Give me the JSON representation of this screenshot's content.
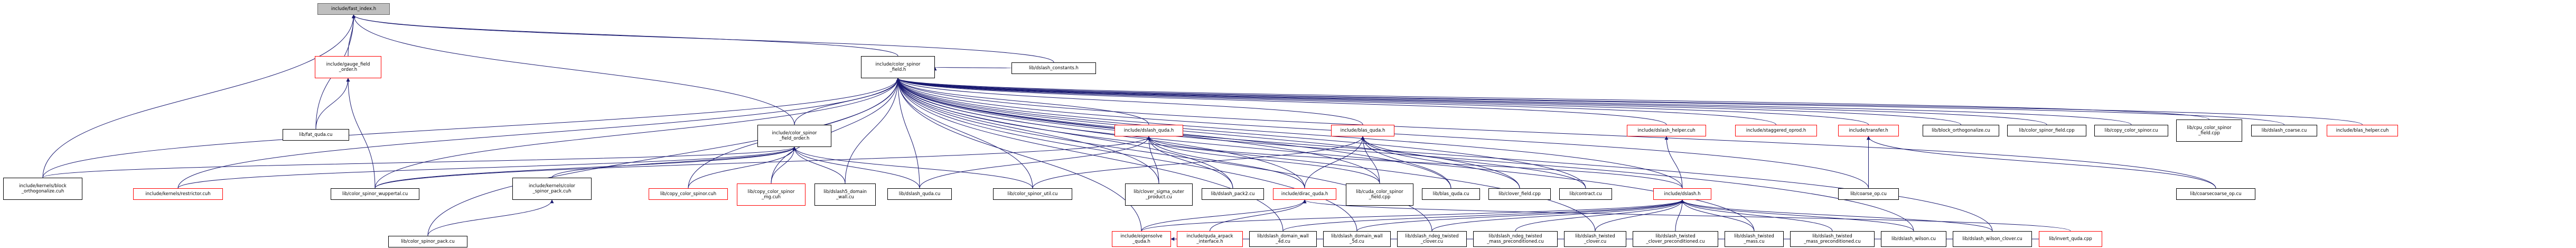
{
  "graph": {
    "colors": {
      "edge": "#191970",
      "default_border": "#000000",
      "missing_border": "#ff0000",
      "root_fill": "#bfbfbf"
    },
    "nodes": {
      "fast_index": {
        "label": "include/fast_index.h",
        "style": "root"
      },
      "gauge_field_order": {
        "label": "include/gauge_field\n_order.h",
        "style": "red"
      },
      "color_spinor_field": {
        "label": "include/color_spinor\n_field.h",
        "style": "normal"
      },
      "dslash_constants": {
        "label": "lib/dslash_constants.h",
        "style": "normal"
      },
      "fat_quda": {
        "label": "lib/fat_quda.cu",
        "style": "normal"
      },
      "block_orth": {
        "label": "include/kernels/block\n_orthogonalize.cuh",
        "style": "normal"
      },
      "cs_field_order": {
        "label": "include/color_spinor\n_field_order.h",
        "style": "normal"
      },
      "restrictor": {
        "label": "include/kernels/restrictor.cuh",
        "style": "red"
      },
      "cs_pack_kernel": {
        "label": "include/kernels/color\n_spinor_pack.cuh",
        "style": "normal"
      },
      "cs_wuppertal": {
        "label": "lib/color_spinor_wuppertal.cu",
        "style": "normal"
      },
      "copy_color_spinor": {
        "label": "lib/copy_color_spinor.cuh",
        "style": "red"
      },
      "copy_color_spinor_mg": {
        "label": "lib/copy_color_spinor\n_mg.cuh",
        "style": "red"
      },
      "dslash5_dw": {
        "label": "lib/dslash5_domain\n_wall.cu",
        "style": "normal"
      },
      "dslash_quda_cu": {
        "label": "lib/dslash_quda.cu",
        "style": "normal"
      },
      "cs_util": {
        "label": "lib/color_spinor_util.cu",
        "style": "normal"
      },
      "cs_pack_cu": {
        "label": "lib/color_spinor_pack.cu",
        "style": "normal"
      },
      "dslash_quda_h": {
        "label": "include/dslash_quda.h",
        "style": "red"
      },
      "blas_quda_h": {
        "label": "include/blas_quda.h",
        "style": "red"
      },
      "dslash_helper": {
        "label": "include/dslash_helper.cuh",
        "style": "red"
      },
      "staggered_oprod": {
        "label": "include/staggered_oprod.h",
        "style": "red"
      },
      "transfer": {
        "label": "include/transfer.h",
        "style": "red"
      },
      "block_orth_cu": {
        "label": "lib/block_orthogonalize.cu",
        "style": "normal"
      },
      "cs_field_cpp": {
        "label": "lib/color_spinor_field.cpp",
        "style": "normal"
      },
      "copy_cs_cu": {
        "label": "lib/copy_color_spinor.cu",
        "style": "normal"
      },
      "cpu_cs_field": {
        "label": "lib/cpu_color_spinor\n_field.cpp",
        "style": "normal"
      },
      "dslash_coarse": {
        "label": "lib/dslash_coarse.cu",
        "style": "normal"
      },
      "blas_helper": {
        "label": "include/blas_helper.cuh",
        "style": "red"
      },
      "clover_sigma": {
        "label": "lib/clover_sigma_outer\n_product.cu",
        "style": "normal"
      },
      "dslash_pack2": {
        "label": "lib/dslash_pack2.cu",
        "style": "normal"
      },
      "dirac_quda_h": {
        "label": "include/dirac_quda.h",
        "style": "red"
      },
      "cuda_cs_field": {
        "label": "lib/cuda_color_spinor\n_field.cpp",
        "style": "normal"
      },
      "blas_quda_cu": {
        "label": "lib/blas_quda.cu",
        "style": "normal"
      },
      "clover_field": {
        "label": "lib/clover_field.cpp",
        "style": "normal"
      },
      "contract": {
        "label": "lib/contract.cu",
        "style": "normal"
      },
      "dslash_h": {
        "label": "include/dslash.h",
        "style": "red"
      },
      "coarse_op": {
        "label": "lib/coarse_op.cu",
        "style": "normal"
      },
      "coarsecoarse_op": {
        "label": "lib/coarsecoarse_op.cu",
        "style": "normal"
      },
      "eigensolve": {
        "label": "include/eigensolve\n_quda.h",
        "style": "red"
      },
      "quda_arpack": {
        "label": "include/quda_arpack\n_interface.h",
        "style": "red"
      },
      "dslash_dw_4d": {
        "label": "lib/dslash_domain_wall\n_4d.cu",
        "style": "normal"
      },
      "dslash_dw_5d": {
        "label": "lib/dslash_domain_wall\n_5d.cu",
        "style": "normal"
      },
      "ndeg_clover": {
        "label": "lib/dslash_ndeg_twisted\n_clover.cu",
        "style": "normal"
      },
      "ndeg_clover_prec": {
        "label": "lib/dslash_ndeg_twisted\n_mass_preconditioned.cu",
        "style": "normal"
      },
      "twisted_clover": {
        "label": "lib/dslash_twisted\n_clover.cu",
        "style": "normal"
      },
      "twisted_clover_prec": {
        "label": "lib/dslash_twisted\n_clover_preconditioned.cu",
        "style": "normal"
      },
      "twisted_mass": {
        "label": "lib/dslash_twisted\n_mass.cu",
        "style": "normal"
      },
      "twisted_mass_prec": {
        "label": "lib/dslash_twisted\n_mass_preconditioned.cu",
        "style": "normal"
      },
      "dslash_wilson": {
        "label": "lib/dslash_wilson.cu",
        "style": "normal"
      },
      "wilson_clover": {
        "label": "lib/dslash_wilson_clover.cu",
        "style": "normal"
      },
      "invert_quda": {
        "label": "lib/invert_quda.cpp",
        "style": "red"
      }
    },
    "edges": [
      [
        "gauge_field_order",
        "fast_index"
      ],
      [
        "color_spinor_field",
        "fast_index"
      ],
      [
        "dslash_constants",
        "fast_index"
      ],
      [
        "fat_quda",
        "fast_index"
      ],
      [
        "block_orth",
        "fast_index"
      ],
      [
        "cs_field_order",
        "fast_index"
      ],
      [
        "fat_quda",
        "gauge_field_order"
      ],
      [
        "cs_wuppertal",
        "gauge_field_order"
      ],
      [
        "dslash_constants",
        "color_spinor_field"
      ],
      [
        "cs_field_order",
        "color_spinor_field"
      ],
      [
        "dslash_quda_h",
        "color_spinor_field"
      ],
      [
        "blas_quda_h",
        "color_spinor_field"
      ],
      [
        "dslash_helper",
        "color_spinor_field"
      ],
      [
        "staggered_oprod",
        "color_spinor_field"
      ],
      [
        "transfer",
        "color_spinor_field"
      ],
      [
        "block_orth_cu",
        "color_spinor_field"
      ],
      [
        "cs_field_cpp",
        "color_spinor_field"
      ],
      [
        "copy_cs_cu",
        "color_spinor_field"
      ],
      [
        "cpu_cs_field",
        "color_spinor_field"
      ],
      [
        "dslash_coarse",
        "color_spinor_field"
      ],
      [
        "blas_helper",
        "color_spinor_field"
      ],
      [
        "restrictor",
        "color_spinor_field"
      ],
      [
        "block_orth",
        "color_spinor_field"
      ],
      [
        "cs_wuppertal",
        "color_spinor_field"
      ],
      [
        "copy_color_spinor",
        "color_spinor_field"
      ],
      [
        "copy_color_spinor_mg",
        "color_spinor_field"
      ],
      [
        "dslash5_dw",
        "color_spinor_field"
      ],
      [
        "dslash_quda_cu",
        "color_spinor_field"
      ],
      [
        "cs_util",
        "color_spinor_field"
      ],
      [
        "cs_pack_cu",
        "color_spinor_field"
      ],
      [
        "clover_sigma",
        "color_spinor_field"
      ],
      [
        "dslash_pack2",
        "color_spinor_field"
      ],
      [
        "cuda_cs_field",
        "color_spinor_field"
      ],
      [
        "blas_quda_cu",
        "color_spinor_field"
      ],
      [
        "clover_field",
        "color_spinor_field"
      ],
      [
        "contract",
        "color_spinor_field"
      ],
      [
        "dirac_quda_h",
        "color_spinor_field"
      ],
      [
        "dslash_h",
        "color_spinor_field"
      ],
      [
        "coarse_op",
        "color_spinor_field"
      ],
      [
        "coarsecoarse_op",
        "color_spinor_field"
      ],
      [
        "eigensolve",
        "color_spinor_field"
      ],
      [
        "dslash_dw_4d",
        "color_spinor_field"
      ],
      [
        "dslash_dw_5d",
        "color_spinor_field"
      ],
      [
        "ndeg_clover",
        "color_spinor_field"
      ],
      [
        "twisted_clover",
        "color_spinor_field"
      ],
      [
        "twisted_mass",
        "color_spinor_field"
      ],
      [
        "dslash_wilson",
        "color_spinor_field"
      ],
      [
        "wilson_clover",
        "color_spinor_field"
      ],
      [
        "block_orth",
        "cs_field_order"
      ],
      [
        "restrictor",
        "cs_field_order"
      ],
      [
        "cs_pack_kernel",
        "cs_field_order"
      ],
      [
        "cs_wuppertal",
        "cs_field_order"
      ],
      [
        "copy_color_spinor",
        "cs_field_order"
      ],
      [
        "copy_color_spinor_mg",
        "cs_field_order"
      ],
      [
        "dslash5_dw",
        "cs_field_order"
      ],
      [
        "dslash_quda_cu",
        "cs_field_order"
      ],
      [
        "cs_util",
        "cs_field_order"
      ],
      [
        "cs_pack_cu",
        "cs_pack_kernel"
      ],
      [
        "clover_sigma",
        "dslash_quda_h"
      ],
      [
        "dslash_pack2",
        "dslash_quda_h"
      ],
      [
        "dirac_quda_h",
        "dslash_quda_h"
      ],
      [
        "cuda_cs_field",
        "dslash_quda_h"
      ],
      [
        "dslash_quda_cu",
        "dslash_quda_h"
      ],
      [
        "cs_wuppertal",
        "dslash_quda_h"
      ],
      [
        "dslash_h",
        "dslash_quda_h"
      ],
      [
        "dirac_quda_h",
        "blas_quda_h"
      ],
      [
        "cuda_cs_field",
        "blas_quda_h"
      ],
      [
        "blas_quda_cu",
        "blas_quda_h"
      ],
      [
        "clover_field",
        "blas_quda_h"
      ],
      [
        "contract",
        "blas_quda_h"
      ],
      [
        "cs_util",
        "blas_quda_h"
      ],
      [
        "dslash_h",
        "dslash_helper"
      ],
      [
        "coarse_op",
        "transfer"
      ],
      [
        "coarsecoarse_op",
        "transfer"
      ],
      [
        "eigensolve",
        "dirac_quda_h"
      ],
      [
        "quda_arpack",
        "dirac_quda_h"
      ],
      [
        "invert_quda",
        "dirac_quda_h"
      ],
      [
        "invert_quda",
        "eigensolve"
      ],
      [
        "eigensolve",
        "dslash_h"
      ],
      [
        "dslash_dw_4d",
        "dslash_h"
      ],
      [
        "dslash_dw_5d",
        "dslash_h"
      ],
      [
        "ndeg_clover",
        "dslash_h"
      ],
      [
        "ndeg_clover_prec",
        "dslash_h"
      ],
      [
        "twisted_clover",
        "dslash_h"
      ],
      [
        "twisted_clover_prec",
        "dslash_h"
      ],
      [
        "twisted_mass",
        "dslash_h"
      ],
      [
        "twisted_mass_prec",
        "dslash_h"
      ],
      [
        "dslash_wilson",
        "dslash_h"
      ],
      [
        "wilson_clover",
        "dslash_h"
      ]
    ]
  }
}
